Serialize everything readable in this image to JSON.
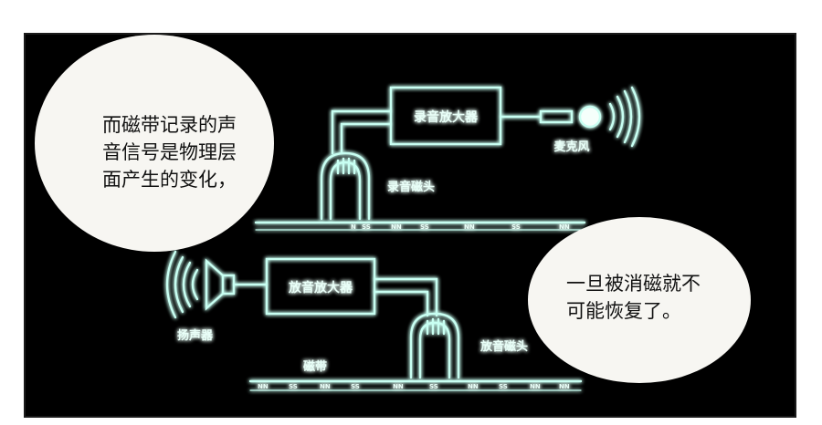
{
  "diagram": {
    "record_amp_label": "录音放大器",
    "microphone_label": "麦克风",
    "record_head_label": "录音磁头",
    "play_amp_label": "放音放大器",
    "speaker_label": "扬声器",
    "play_head_label": "放音磁头",
    "tape_label": "磁带",
    "tape_top_marks": [
      "N",
      "SS",
      "NN",
      "SS",
      "NN",
      "SS",
      "NN"
    ],
    "tape_bottom_marks": [
      "NN",
      "SS",
      "NN",
      "SS",
      "NN",
      "SS",
      "NN",
      "SS",
      "NN",
      "NN"
    ]
  },
  "bubbles": {
    "left_lines": [
      "而磁带记录的声",
      "音信号是物理层",
      "面产生的变化，"
    ],
    "right_lines": [
      "一旦被消磁就不",
      "可能恢复了。"
    ]
  },
  "colors": {
    "glow": "#bffff0",
    "panel_background": "#000000",
    "bubble_fill": "#f7f6f2"
  }
}
